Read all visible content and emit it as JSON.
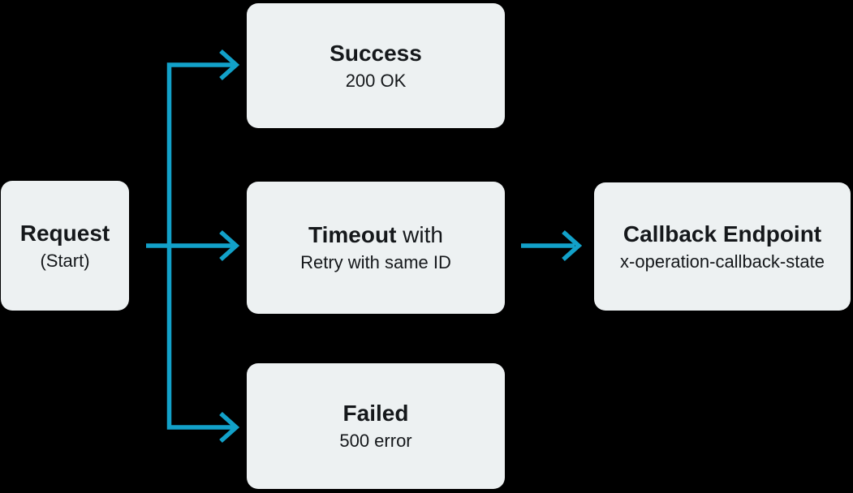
{
  "diagram": {
    "background": "#000000",
    "accent_color": "#12a1c9",
    "node_bg": "#edf1f2",
    "text_color": "#15181b",
    "nodes": {
      "request": {
        "title": "Request",
        "subtitle": "(Start)"
      },
      "success": {
        "title": "Success",
        "subtitle": "200 OK"
      },
      "timeout": {
        "title_bold": "Timeout",
        "title_regular": " with",
        "subtitle": "Retry with same ID"
      },
      "failed": {
        "title": "Failed",
        "subtitle": "500 error"
      },
      "callback": {
        "title": "Callback Endpoint",
        "subtitle": "x-operation-callback-state"
      }
    },
    "edges": [
      {
        "from": "request",
        "to": "success"
      },
      {
        "from": "request",
        "to": "timeout"
      },
      {
        "from": "request",
        "to": "failed"
      },
      {
        "from": "timeout",
        "to": "callback"
      }
    ]
  }
}
